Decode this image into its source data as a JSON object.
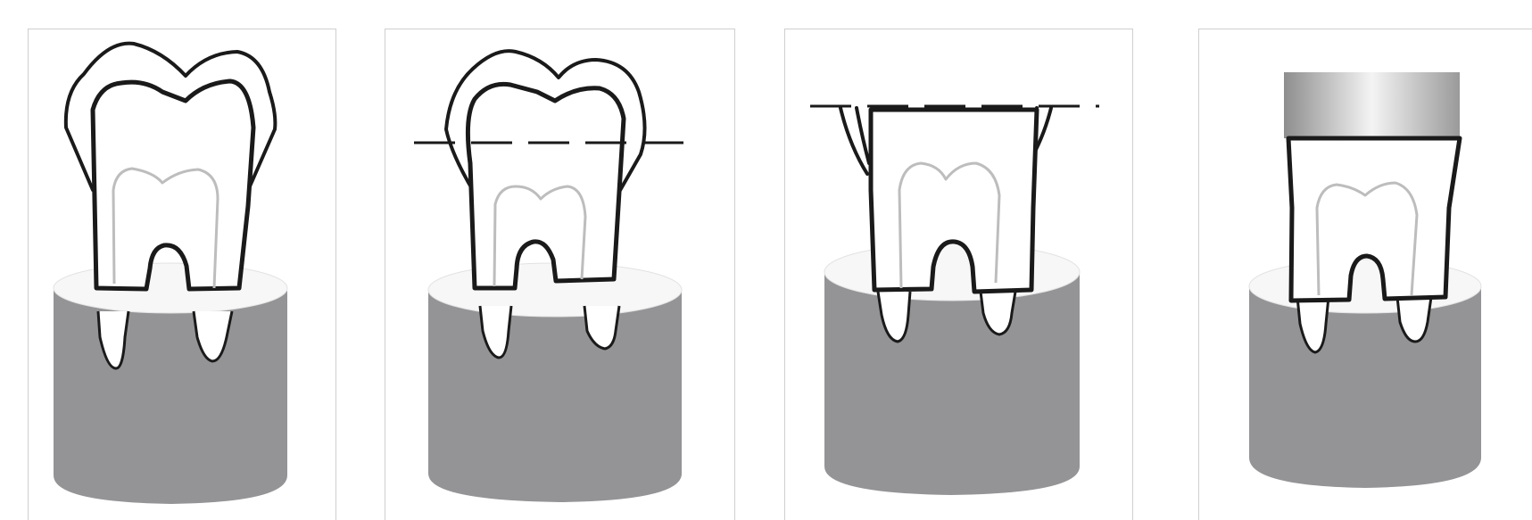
{
  "colors": {
    "cylinder_body": "#949497",
    "cylinder_top": "#f7f7f7",
    "outline": "#1a1a1a",
    "pulp": "#bdbdbd",
    "tooth_fill": "#ffffff",
    "panel_border": "#cfcfcf",
    "cutter_gradient": [
      "#8e8e8e",
      "#f4f4f4",
      "#9a9a9a"
    ]
  },
  "panels": [
    {
      "stage": "intact-tooth",
      "has_cut_line": false,
      "has_cutter": false
    },
    {
      "stage": "cut-line-marked",
      "has_cut_line": true,
      "has_cutter": false
    },
    {
      "stage": "crown-sectioned",
      "has_cut_line": true,
      "has_cutter": false
    },
    {
      "stage": "flat-surface-with-block",
      "has_cut_line": false,
      "has_cutter": true
    }
  ]
}
